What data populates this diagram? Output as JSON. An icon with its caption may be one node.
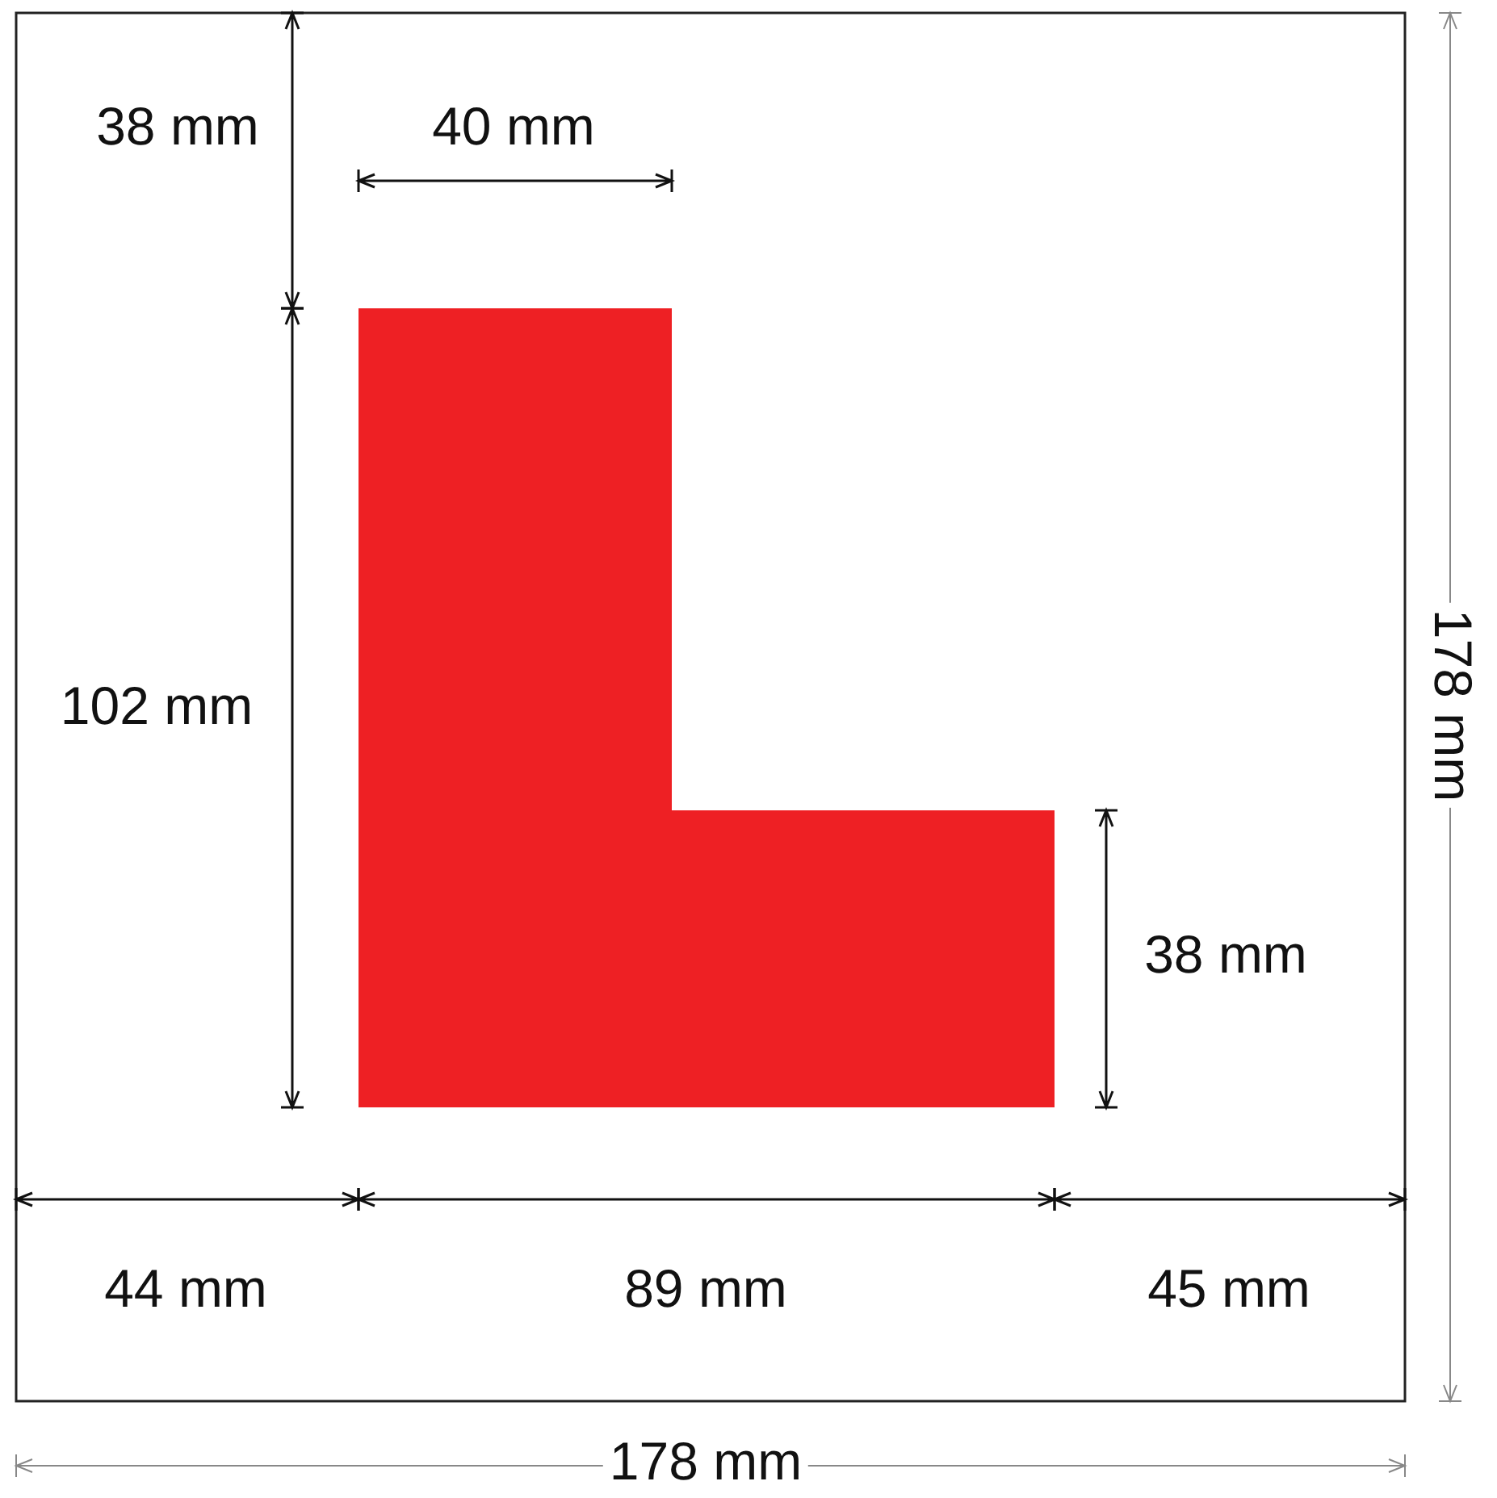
{
  "diagram": {
    "labels": [
      "38 mm",
      "40 mm",
      "102 mm",
      "38 mm",
      "44 mm",
      "89 mm",
      "45 mm",
      "178 mm",
      "178 mm"
    ]
  }
}
